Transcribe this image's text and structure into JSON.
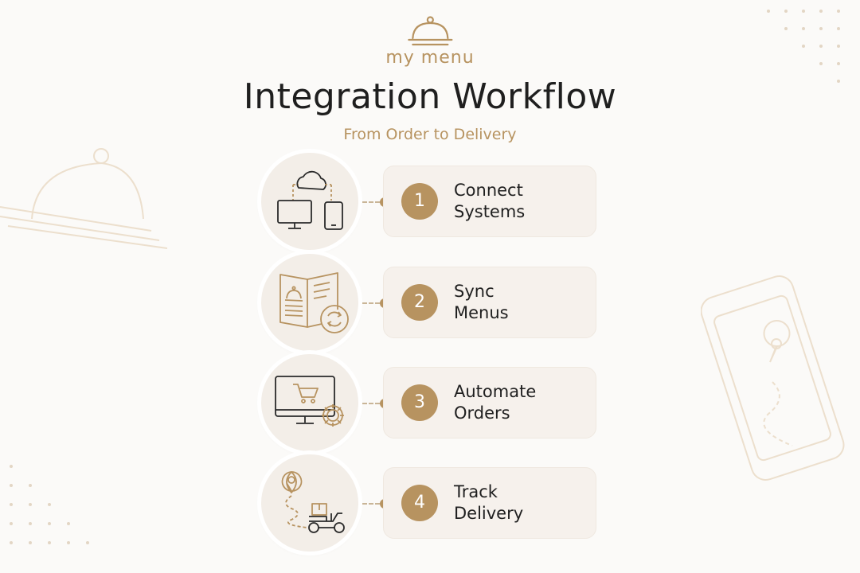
{
  "brand": {
    "name": "my menu",
    "accent": "#b79360"
  },
  "header": {
    "title": "Integration Workflow",
    "subtitle": "From Order to Delivery"
  },
  "steps": [
    {
      "number": "1",
      "line1": "Connect",
      "line2": "Systems",
      "icon": "cloud-sync-devices-icon"
    },
    {
      "number": "2",
      "line1": "Sync",
      "line2": "Menus",
      "icon": "menu-sync-icon"
    },
    {
      "number": "3",
      "line1": "Automate",
      "line2": "Orders",
      "icon": "monitor-cart-gear-icon"
    },
    {
      "number": "4",
      "line1": "Track",
      "line2": "Delivery",
      "icon": "delivery-scooter-icon"
    }
  ]
}
